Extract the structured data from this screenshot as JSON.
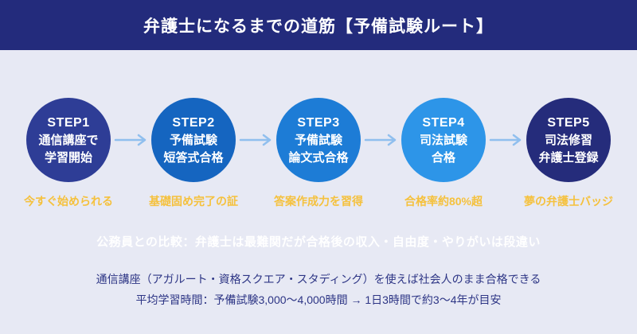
{
  "header": {
    "title": "弁護士になるまでの道筋【予備試験ルート】",
    "bg_color": "#232b7c"
  },
  "steps": [
    {
      "label": "STEP1",
      "line1": "通信講座で",
      "line2": "学習開始",
      "caption": "今すぐ始められる",
      "color": "#2e3d96"
    },
    {
      "label": "STEP2",
      "line1": "予備試験",
      "line2": "短答式合格",
      "caption": "基礎固め完了の証",
      "color": "#1565c0"
    },
    {
      "label": "STEP3",
      "line1": "予備試験",
      "line2": "論文式合格",
      "caption": "答案作成力を習得",
      "color": "#1d7cd6"
    },
    {
      "label": "STEP4",
      "line1": "司法試験",
      "line2": "合格",
      "caption": "合格率約80%超",
      "color": "#2d95e8"
    },
    {
      "label": "STEP5",
      "line1": "司法修習",
      "line2": "弁護士登録",
      "caption": "夢の弁護士バッジ",
      "color": "#252c7b"
    }
  ],
  "comparison_note": "公務員との比較：弁護士は最難関だが合格後の収入・自由度・やりがいは段違い",
  "info_lines": {
    "line1": "通信講座（アガルート・資格スクエア・スタディング）を使えば社会人のまま合格できる",
    "line2": "平均学習時間：予備試験3,000〜4,000時間 → 1日3時間で約3〜4年が目安"
  },
  "colors": {
    "background": "#e7e9f4",
    "caption_yellow": "#f5c13d",
    "arrow_blue": "#90bfee",
    "info_text": "#2d3585",
    "comparison_text": "#ffffff"
  }
}
